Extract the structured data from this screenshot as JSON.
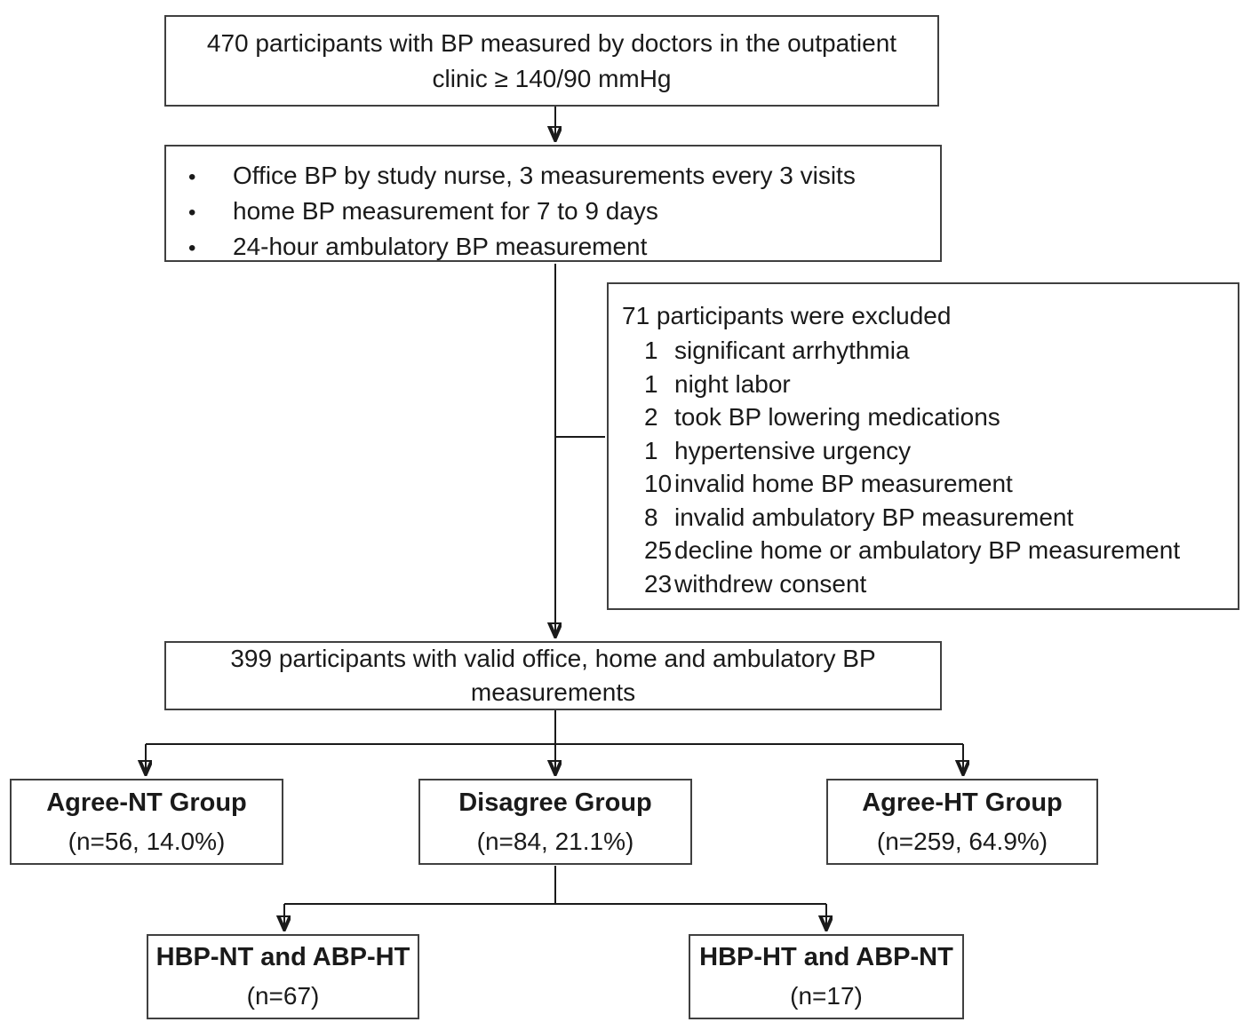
{
  "diagram": {
    "eligible": {
      "line1": "470 participants with BP measured by doctors in the outpatient",
      "line2": "clinic ≥ 140/90 mmHg"
    },
    "protocol": {
      "bullet_glyph": "•",
      "items": [
        "Office BP by study nurse, 3 measurements every 3 visits",
        "home BP measurement for 7 to 9 days",
        "24-hour ambulatory BP measurement"
      ]
    },
    "excluded": {
      "title": "71 participants were excluded",
      "items": [
        {
          "count": "1",
          "reason": "significant arrhythmia"
        },
        {
          "count": "1",
          "reason": "night labor"
        },
        {
          "count": "2",
          "reason": "took BP lowering medications"
        },
        {
          "count": "1",
          "reason": "hypertensive urgency"
        },
        {
          "count": "10",
          "reason": "invalid home BP measurement"
        },
        {
          "count": "8",
          "reason": "invalid ambulatory BP measurement"
        },
        {
          "count": "25",
          "reason": "decline home or ambulatory BP measurement"
        },
        {
          "count": "23",
          "reason": "withdrew consent"
        }
      ]
    },
    "valid": {
      "line1": "399 participants with valid office, home and ambulatory BP",
      "line2": "measurements"
    },
    "groups": [
      {
        "title": "Agree-NT Group",
        "subtitle": "(n=56, 14.0%)"
      },
      {
        "title": "Disagree Group",
        "subtitle": "(n=84, 21.1%)"
      },
      {
        "title": "Agree-HT Group",
        "subtitle": "(n=259, 64.9%)"
      }
    ],
    "subgroups": [
      {
        "title": "HBP-NT and ABP-HT",
        "subtitle": "(n=67)"
      },
      {
        "title": "HBP-HT and ABP-NT",
        "subtitle": "(n=17)"
      }
    ],
    "colors": {
      "border": "#404040",
      "line": "#1a1a1a",
      "text": "#1a1a1a",
      "background": "#ffffff"
    }
  }
}
